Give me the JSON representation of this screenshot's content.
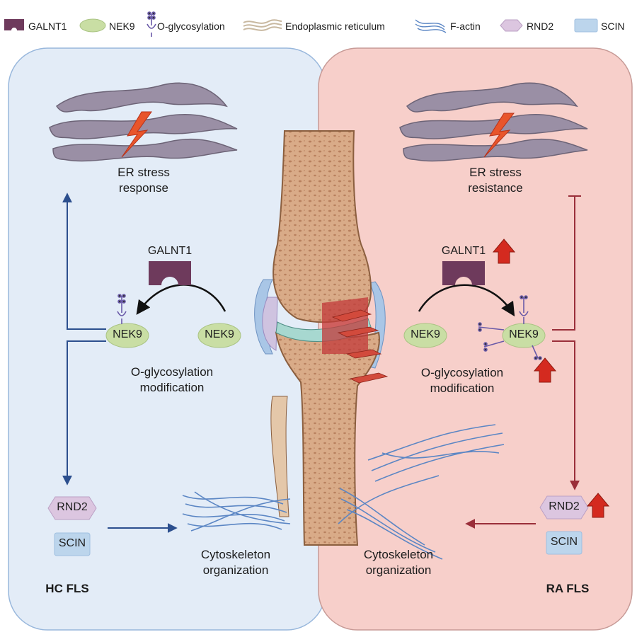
{
  "legend": {
    "galnt1": "GALNT1",
    "nek9": "NEK9",
    "oglyco": "O-glycosylation",
    "er": "Endoplasmic reticulum",
    "factin": "F-actin",
    "rnd2": "RND2",
    "scin": "SCIN"
  },
  "left": {
    "er_line1": "ER stress",
    "er_line2": "response",
    "galnt1": "GALNT1",
    "nek9_a": "NEK9",
    "nek9_b": "NEK9",
    "mod_line1": "O-glycosylation",
    "mod_line2": "modification",
    "rnd2": "RND2",
    "scin": "SCIN",
    "cyto_line1": "Cytoskeleton",
    "cyto_line2": "organization",
    "panel_label": "HC FLS"
  },
  "right": {
    "er_line1": "ER stress",
    "er_line2": "resistance",
    "galnt1": "GALNT1",
    "nek9_a": "NEK9",
    "nek9_b": "NEK9",
    "mod_line1": "O-glycosylation",
    "mod_line2": "modification",
    "rnd2": "RND2",
    "scin": "SCIN",
    "cyto_line1": "Cytoskeleton",
    "cyto_line2": "organization",
    "panel_label": "RA FLS"
  },
  "colors": {
    "left_panel": "#e3ecf7",
    "right_panel": "#f7cfca",
    "left_arrow": "#2c4f8e",
    "right_arrow": "#9a2f3a",
    "galnt1": "#6e3a5c",
    "nek9": "#c9dea4",
    "rnd2": "#dcc6e0",
    "scin": "#bcd5ec",
    "up_arrow": "#d42a1f"
  }
}
